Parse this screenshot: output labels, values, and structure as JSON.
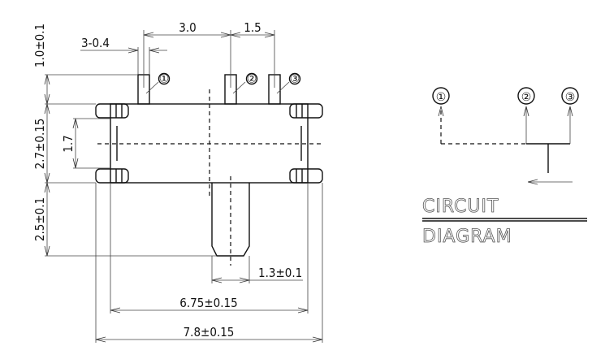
{
  "dimensions": {
    "pin_pitch_1": "3.0",
    "pin_pitch_2": "1.5",
    "pin_width": "3-0.4",
    "pin_height": "1.0±0.1",
    "body_height": "2.7±0.15",
    "inner_height": "1.7",
    "actuator_length": "2.5±0.1",
    "actuator_width": "1.3±0.1",
    "inner_width": "6.75±0.15",
    "overall_width": "7.8±0.15"
  },
  "pins": [
    "①",
    "②",
    "③"
  ],
  "circuit": {
    "terminals": [
      "①",
      "②",
      "③"
    ],
    "title_line1": "CIRCUIT",
    "title_line2": "DIAGRAM"
  }
}
